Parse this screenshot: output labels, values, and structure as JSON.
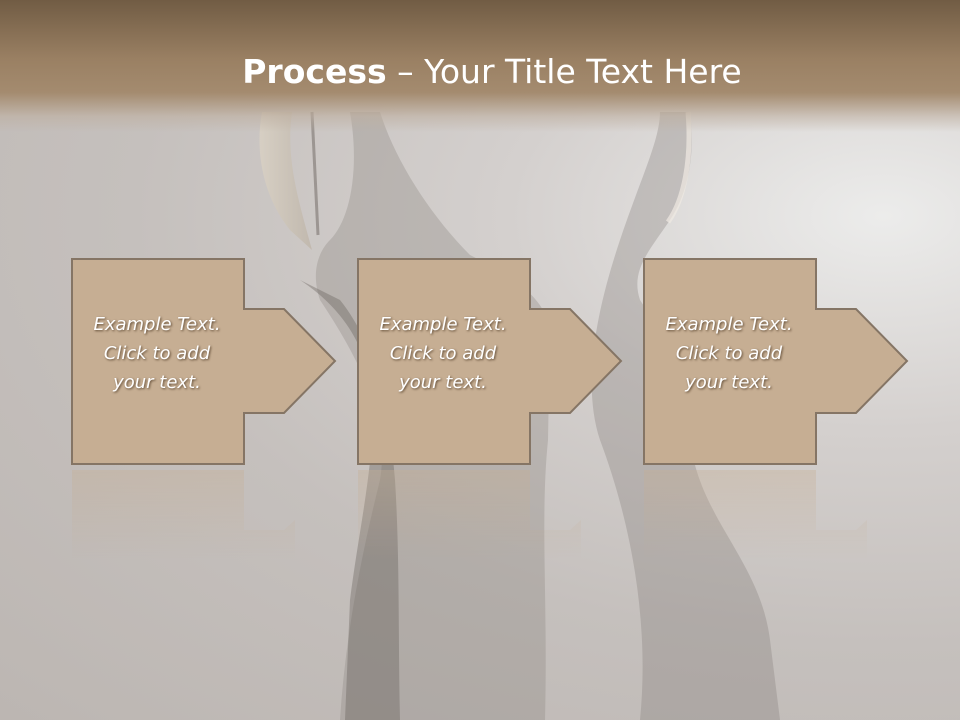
{
  "slide": {
    "title_bold": "Process",
    "title_rest": " – Your Title Text Here"
  },
  "steps": [
    {
      "line1": "Example Text.",
      "line2": "Click  to add",
      "line3": "your text."
    },
    {
      "line1": "Example Text.",
      "line2": "Click  to add",
      "line3": "your text."
    },
    {
      "line1": "Example Text.",
      "line2": "Click  to add",
      "line3": "your text."
    }
  ],
  "colors": {
    "header": "#9a8063",
    "box_fill": "#c6ae93",
    "box_stroke": "#857565",
    "background": "#c5c0bd"
  }
}
